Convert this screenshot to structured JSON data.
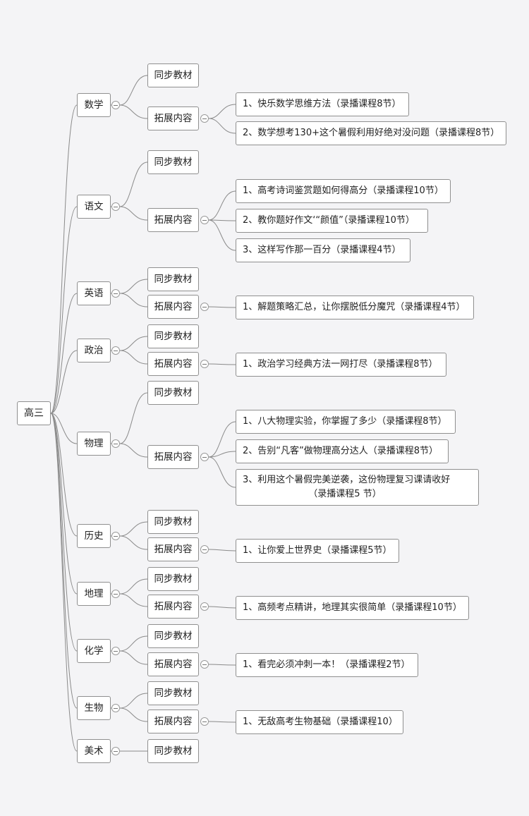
{
  "root": "高三",
  "sync_label": "同步教材",
  "ext_label": "拓展内容",
  "subjects": [
    {
      "name": "数学",
      "leaves": [
        [
          "1、快乐数学思维方法（录播课程8节）"
        ],
        [
          "2、数学想考130+这个暑假利用好绝对没问题（录播课程8节）"
        ]
      ]
    },
    {
      "name": "语文",
      "leaves": [
        [
          "1、高考诗词鉴赏题如何得高分（录播课程10节）"
        ],
        [
          "2、教你题好作文‘“颜值”（录播课程10节）"
        ],
        [
          "3、这样写作那一百分（录播课程4节）"
        ]
      ]
    },
    {
      "name": "英语",
      "leaves": [
        [
          "1、解题策略汇总，让你摆脱低分魔咒（录播课程4节）"
        ]
      ]
    },
    {
      "name": "政治",
      "leaves": [
        [
          "1、政治学习经典方法一网打尽（录播课程8节）"
        ]
      ]
    },
    {
      "name": "物理",
      "leaves": [
        [
          "1、八大物理实验，你掌握了多少（录播课程8节）"
        ],
        [
          "2、告别“凡客”做物理高分达人（录播课程8节）"
        ],
        [
          "3、利用这个暑假完美逆袭，这份物理复习课请收好",
          "（录播课程5 节）"
        ]
      ]
    },
    {
      "name": "历史",
      "leaves": [
        [
          "1、让你爱上世界史（录播课程5节）"
        ]
      ]
    },
    {
      "name": "地理",
      "leaves": [
        [
          "1、高频考点精讲，地理其实很简单（录播课程10节）"
        ]
      ]
    },
    {
      "name": "化学",
      "leaves": [
        [
          "1、看完必须冲刺一本！（录播课程2节）"
        ]
      ]
    },
    {
      "name": "生物",
      "leaves": [
        [
          "1、无敌高考生物基础（录播课程10）"
        ]
      ]
    },
    {
      "name": "美术",
      "leaves": null
    }
  ]
}
